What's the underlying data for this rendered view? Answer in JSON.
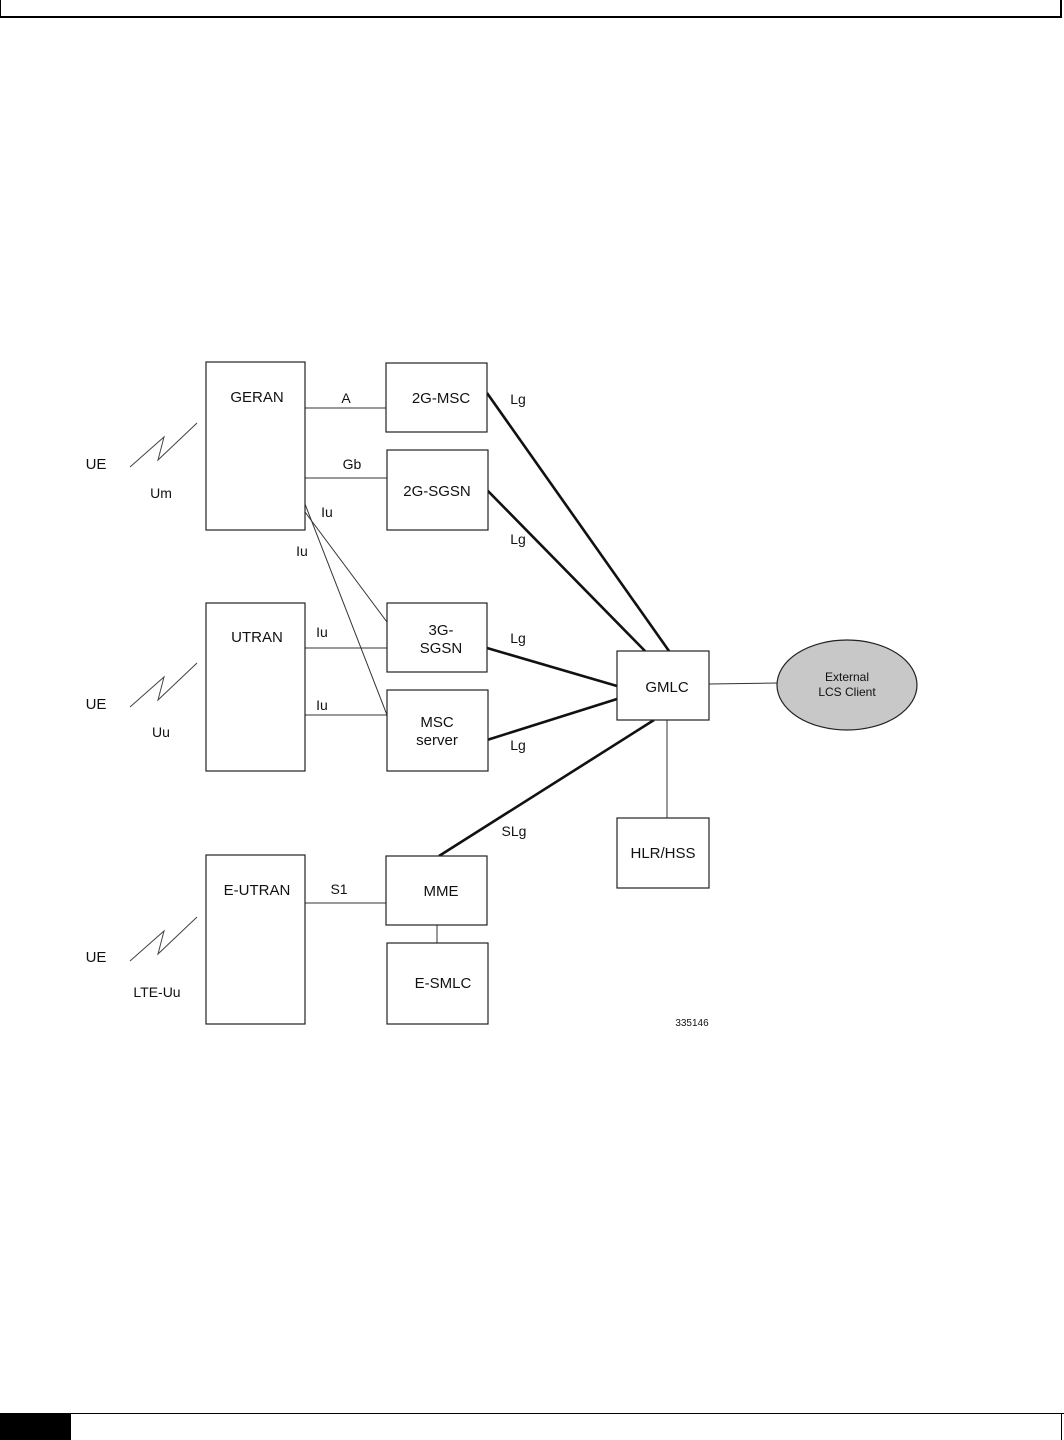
{
  "diagram": {
    "nodes": {
      "geran": {
        "label": "GERAN"
      },
      "utran": {
        "label": "UTRAN"
      },
      "eutran": {
        "label": "E-UTRAN"
      },
      "msc2g": {
        "label": "2G-MSC"
      },
      "sgsn2g": {
        "label": "2G-SGSN"
      },
      "sgsn3g": {
        "label_line1": "3G-",
        "label_line2": "SGSN"
      },
      "mscserver": {
        "label_line1": "MSC",
        "label_line2": "server"
      },
      "mme": {
        "label": "MME"
      },
      "esmlc": {
        "label": "E-SMLC"
      },
      "gmlc": {
        "label": "GMLC"
      },
      "hlrhss": {
        "label": "HLR/HSS"
      },
      "lcsclient": {
        "label_line1": "External",
        "label_line2": "LCS Client"
      }
    },
    "ue_terminals": [
      {
        "label": "UE",
        "interface": "Um"
      },
      {
        "label": "UE",
        "interface": "Uu"
      },
      {
        "label": "UE",
        "interface": "LTE-Uu"
      }
    ],
    "edge_labels": {
      "geran_msc2g": "A",
      "geran_sgsn2g": "Gb",
      "geran_sgsn3g": "Iu",
      "geran_mscserver": "Iu",
      "utran_sgsn3g": "Iu",
      "utran_mscserver": "Iu",
      "eutran_mme": "S1",
      "msc2g_gmlc": "Lg",
      "sgsn2g_gmlc": "Lg",
      "sgsn3g_gmlc": "Lg",
      "mscserver_gmlc": "Lg",
      "mme_gmlc": "SLg"
    },
    "colors": {
      "client_fill": "#c8c8c8"
    },
    "figure_id": "335146"
  }
}
